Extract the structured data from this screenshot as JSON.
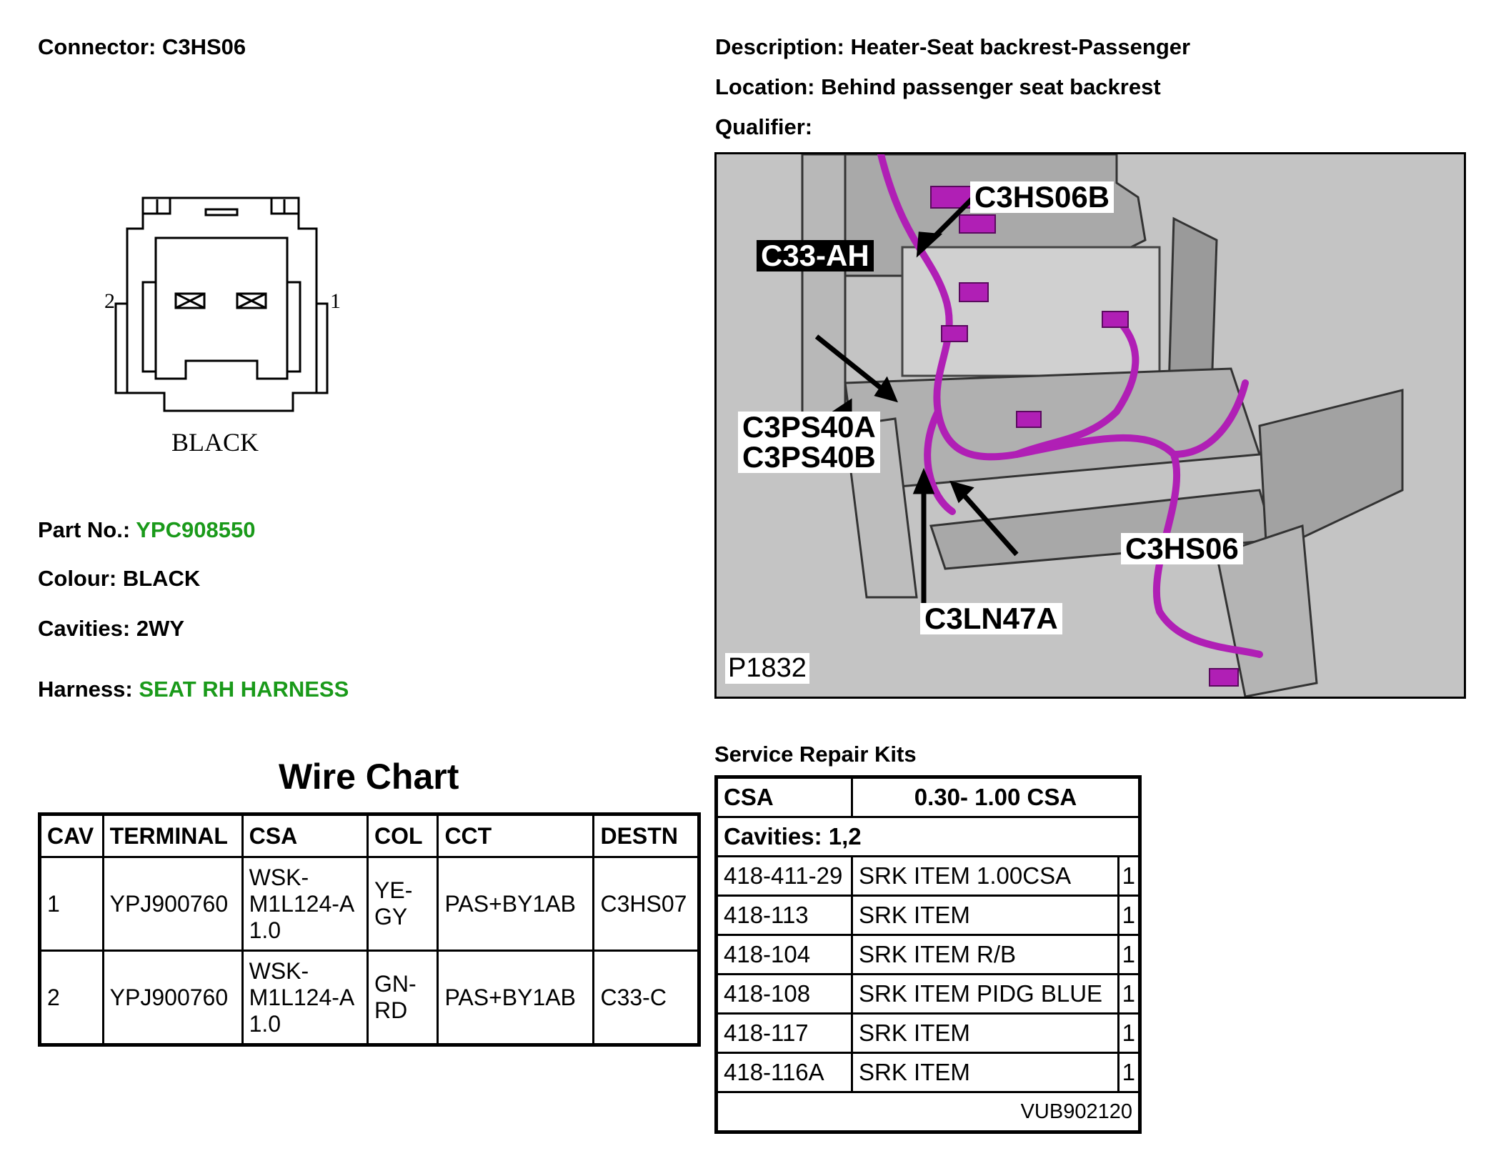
{
  "connector": {
    "label": "Connector:",
    "value": "C3HS06",
    "colour_text": "BLACK",
    "pin_left": "2",
    "pin_right": "1"
  },
  "description": {
    "label": "Description:",
    "value": "Heater-Seat backrest-Passenger"
  },
  "location": {
    "label": "Location:",
    "value": "Behind passenger seat backrest"
  },
  "qualifier": {
    "label": "Qualifier:",
    "value": ""
  },
  "part_no": {
    "label": "Part No.:",
    "value": "YPC908550"
  },
  "colour": {
    "label": "Colour:",
    "value": "BLACK"
  },
  "cavities": {
    "label": "Cavities:",
    "value": "2WY"
  },
  "harness": {
    "label": "Harness:",
    "value": "SEAT RH HARNESS"
  },
  "colors": {
    "link_green": "#1a9a1a",
    "harness_purple": "#b01fb5",
    "photo_bg": "#c4c4c4"
  },
  "photo": {
    "id": "P1832",
    "labels": {
      "c3hs06b": "C3HS06B",
      "c33ah": "C33-AH",
      "c3ps40a": "C3PS40A",
      "c3ps40b": "C3PS40B",
      "c3hs06": "C3HS06",
      "c3ln47a": "C3LN47A"
    }
  },
  "wire_chart": {
    "title": "Wire Chart",
    "headers": [
      "CAV",
      "TERMINAL",
      "CSA",
      "COL",
      "CCT",
      "DESTN"
    ],
    "rows": [
      {
        "cav": "1",
        "terminal": "YPJ900760",
        "csa": [
          "WSK-",
          "M1L124-A",
          "1.0"
        ],
        "col": [
          "YE-",
          "GY"
        ],
        "cct": "PAS+BY1AB",
        "destn": "C3HS07"
      },
      {
        "cav": "2",
        "terminal": "YPJ900760",
        "csa": [
          "WSK-",
          "M1L124-A",
          "1.0"
        ],
        "col": [
          "GN-",
          "RD"
        ],
        "cct": "PAS+BY1AB",
        "destn": "C33-C"
      }
    ]
  },
  "service_repair_kits": {
    "title": "Service Repair Kits",
    "csa_label": "CSA",
    "csa_value": "0.30- 1.00 CSA",
    "cavities": "Cavities: 1,2",
    "items": [
      {
        "code": "418-411-29",
        "name": "SRK ITEM 1.00CSA",
        "qty": "1"
      },
      {
        "code": "418-113",
        "name": "SRK ITEM",
        "qty": "1"
      },
      {
        "code": "418-104",
        "name": "SRK ITEM R/B",
        "qty": "1"
      },
      {
        "code": "418-108",
        "name": "SRK ITEM PIDG BLUE",
        "qty": "1"
      },
      {
        "code": "418-117",
        "name": "SRK ITEM",
        "qty": "1"
      },
      {
        "code": "418-116A",
        "name": "SRK ITEM",
        "qty": "1"
      }
    ],
    "footer": "VUB902120"
  }
}
